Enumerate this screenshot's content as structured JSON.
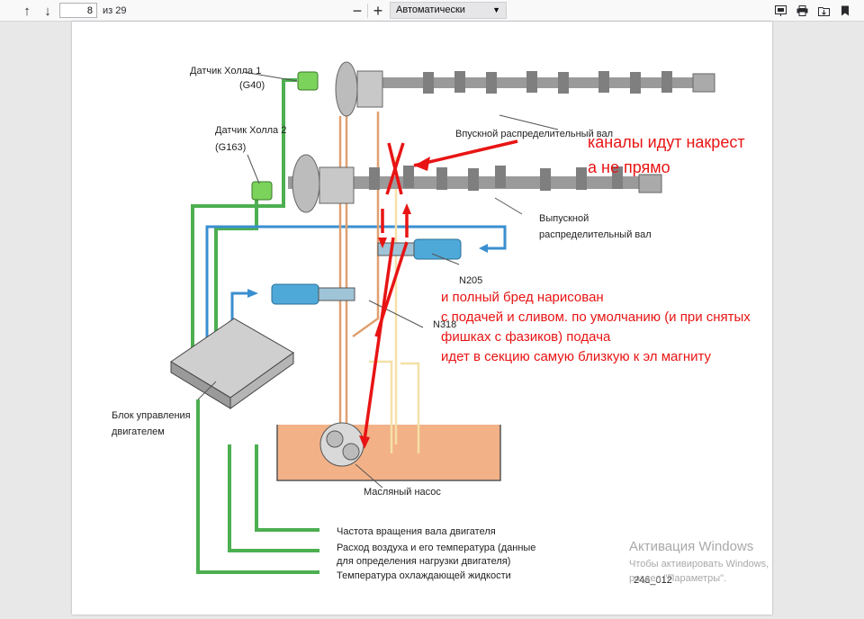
{
  "toolbar": {
    "page_current": "8",
    "page_total_label": "из 29",
    "zoom_label": "Автоматически",
    "icons": [
      "arrow-up-icon",
      "arrow-down-icon",
      "zoom-out-icon",
      "zoom-in-icon",
      "presentation-icon",
      "print-icon",
      "save-icon",
      "bookmark-icon"
    ]
  },
  "diagram": {
    "hall1": "Датчик Холла 1",
    "hall1_code": "(G40)",
    "hall2": "Датчик Холла 2",
    "hall2_code": "(G163)",
    "intake_cam": "Впускной распределительный вал",
    "exhaust_cam_1": "Выпускной",
    "exhaust_cam_2": "распределительный вал",
    "n205": "N205",
    "n318": "N318",
    "ecu_1": "Блок управления",
    "ecu_2": "двигателем",
    "oil_pump": "Масляный насос",
    "input_1": "Частота вращения вала двигателя",
    "input_2a": "Расход воздуха и его температура (данные",
    "input_2b": "для определения нагрузки двигателя)",
    "input_3": "Температура охлаждающей жидкости",
    "figure_code": "246_012"
  },
  "annotations": {
    "cross_1": "каналы идут накрест",
    "cross_2": "а не прямо",
    "note_1": "и полный бред нарисован",
    "note_2": "с подачей и сливом. по умолчанию (и при снятых",
    "note_3": "фишках с фазиков) подача",
    "note_4": "идет в секцию самую близкую к эл магниту"
  },
  "watermark": {
    "title": "Активация Windows",
    "line1": "Чтобы активировать Windows, перейдите в",
    "line2": "раздел \"Параметры\"."
  },
  "colors": {
    "red": "#e81414",
    "green": "#4caf50",
    "blue": "#3a8fd0",
    "oil": "#f2b187"
  }
}
